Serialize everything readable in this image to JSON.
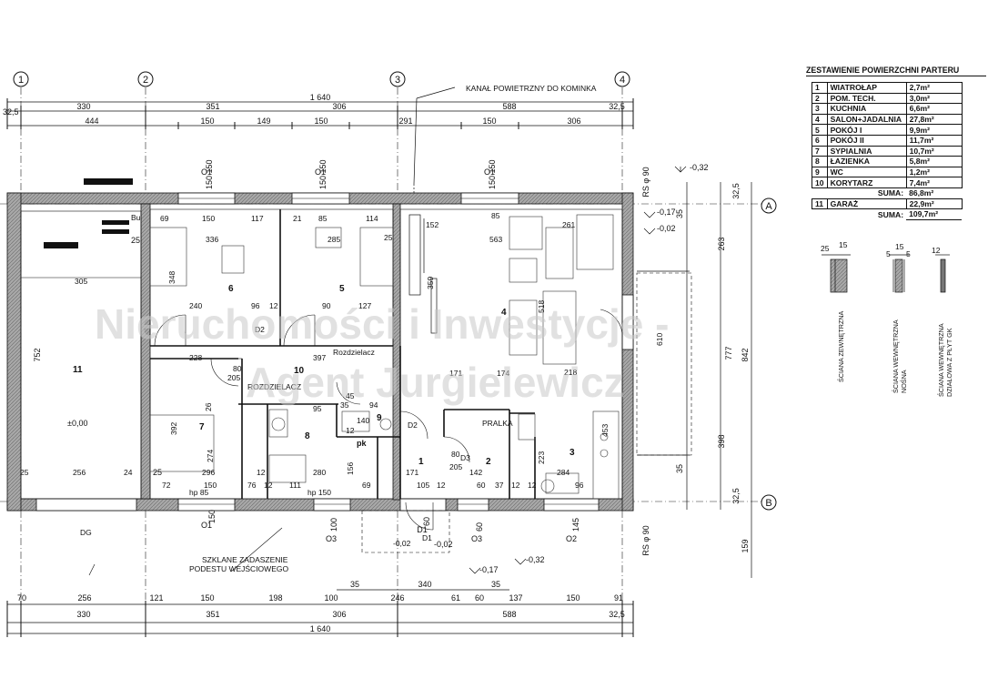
{
  "colors": {
    "wall_fill": "#9a9a9a",
    "line": "#111111",
    "watermark": "#c9c9c9"
  },
  "axes": {
    "top": [
      "1",
      "2",
      "3",
      "4"
    ],
    "side": [
      "A",
      "B"
    ]
  },
  "dims": {
    "top_total": "1 640",
    "top_row1": [
      "32,5",
      "330",
      "351",
      "306",
      "588",
      "32,5"
    ],
    "top_row2": [
      "444",
      "150",
      "149",
      "150",
      "291",
      "150",
      "306"
    ],
    "bottom_row1": [
      "70",
      "256",
      "121",
      "150",
      "198",
      "100",
      "246",
      "61",
      "60",
      "137",
      "150",
      "91"
    ],
    "bottom_row2": [
      "330",
      "351",
      "306",
      "588",
      "32,5"
    ],
    "bottom_total": "1 640",
    "bottom_misc": [
      "35",
      "340",
      "35"
    ],
    "right": [
      "32,5",
      "263",
      "777",
      "842",
      "398",
      "32,5",
      "159",
      "35",
      "35"
    ],
    "left": [
      "752",
      "25",
      "25"
    ],
    "level_marks": [
      "-0,32",
      "-0,17",
      "-0,02",
      "±0,00",
      "-0,02",
      "-0,17",
      "-0,32"
    ],
    "rs": [
      "RS φ 90",
      "RS φ 90"
    ]
  },
  "windows": {
    "top": [
      {
        "tag": "O1",
        "dims": "150\n150"
      },
      {
        "tag": "O1",
        "dims": "150\n150"
      },
      {
        "tag": "O1",
        "dims": "150\n150"
      }
    ],
    "bottom": [
      "O1",
      "O3",
      "D1",
      "O3",
      "O2"
    ],
    "bottom_dims": [
      "150",
      "100",
      "60",
      "60",
      "145"
    ]
  },
  "rooms": {
    "r1": "1",
    "r2": "2",
    "r3": "3",
    "r4": "4",
    "r5": "5",
    "r6": "6",
    "r7": "7",
    "r8": "8",
    "r9": "9",
    "r10": "10",
    "r11": "11"
  },
  "interior_dims": [
    "69",
    "150",
    "117",
    "21",
    "85",
    "114",
    "152",
    "85",
    "261",
    "336",
    "285",
    "563",
    "348",
    "359",
    "305",
    "240",
    "96",
    "12",
    "90",
    "127",
    "25",
    "518",
    "610",
    "228",
    "397",
    "171",
    "174",
    "218",
    "256",
    "24",
    "25",
    "296",
    "12",
    "280",
    "156",
    "171",
    "142",
    "284",
    "72",
    "150",
    "76",
    "12",
    "111",
    "69",
    "105",
    "12",
    "60",
    "37",
    "12",
    "12",
    "96",
    "392",
    "274",
    "80",
    "205",
    "35",
    "45",
    "95",
    "94",
    "140",
    "12",
    "223",
    "453",
    "80",
    "205",
    "26"
  ],
  "labels": {
    "kanal": "KANAŁ POWIETRZNY DO KOMINKA",
    "szklane": "SZKLANE ZADASZENIE",
    "podestu": "PODESTU WEJŚCIOWEGO",
    "rozdzielacz": "Rozdzielacz",
    "rozdzielacz2": "ROZDZIELACZ",
    "pralka": "PRALKA",
    "dg": "DG",
    "pk": "pk",
    "bu": "Bu",
    "hp85": "hp 85",
    "hp150": "hp 150",
    "d1": "D1",
    "d2": "D2",
    "d3": "D3",
    "level0": "±0,00"
  },
  "walls": {
    "ext": "ŚCIANA ZEWNĘTRZNA",
    "int1": "ŚCIANA WEWNĘTRZNA",
    "int1b": "NOŚNA",
    "int2": "ŚCIANA WEWNĘTRZNA",
    "int2b": "DZIAŁOWA Z PŁYT GK",
    "dims_ext": [
      "25",
      "15"
    ],
    "dims_int": [
      "5",
      "15",
      "5"
    ],
    "dims_gk": [
      "12"
    ]
  },
  "watermark": {
    "line1": "Nieruchomości i Inwestycje -",
    "line2": "Agent Jurgielewicz"
  },
  "areas": {
    "title": "ZESTAWIENIE POWIERZCHNI PARTERU",
    "rows": [
      {
        "n": "1",
        "name": "WIATROŁAP",
        "v": "2,7m²"
      },
      {
        "n": "2",
        "name": "POM. TECH.",
        "v": "3,0m²"
      },
      {
        "n": "3",
        "name": "KUCHNIA",
        "v": "6,6m²"
      },
      {
        "n": "4",
        "name": "SALON+JADALNIA",
        "v": "27,8m²"
      },
      {
        "n": "5",
        "name": "POKÓJ I",
        "v": "9,9m²"
      },
      {
        "n": "6",
        "name": "POKÓJ II",
        "v": "11,7m²"
      },
      {
        "n": "7",
        "name": "SYPIALNIA",
        "v": "10,7m²"
      },
      {
        "n": "8",
        "name": "ŁAZIENKA",
        "v": "5,8m²"
      },
      {
        "n": "9",
        "name": "WC",
        "v": "1,2m²"
      },
      {
        "n": "10",
        "name": "KORYTARZ",
        "v": "7,4m²"
      }
    ],
    "sum_label": "SUMA:",
    "sum1": "86,8m²",
    "garage": {
      "n": "11",
      "name": "GARAŻ",
      "v": "22,9m²"
    },
    "sum2": "109,7m²"
  }
}
